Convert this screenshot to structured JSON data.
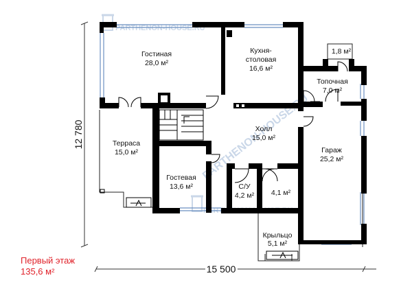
{
  "rooms": {
    "living": {
      "name": "Гостиная",
      "area": "28,0 м²"
    },
    "kitchen": {
      "name_line1": "Кухня-",
      "name_line2": "столовая",
      "area": "16,6 м²"
    },
    "boiler_small": {
      "area": "1,8 м²"
    },
    "boiler": {
      "name": "Топочная",
      "area": "7,0 м²"
    },
    "terrace": {
      "name": "Терраса",
      "area": "15,0 м²"
    },
    "hall": {
      "name": "Холл",
      "area": "15,0 м²"
    },
    "garage": {
      "name": "Гараж",
      "area": "25,2 м²"
    },
    "guest": {
      "name": "Гостевая",
      "area": "13,6 м²"
    },
    "wc": {
      "name": "С/У",
      "area": "4,2 м²"
    },
    "store": {
      "area": "4,1 м²"
    },
    "porch": {
      "name": "Крыльцо",
      "area": "5,1  м²"
    }
  },
  "dimensions": {
    "width": "15 500",
    "height": "12 780"
  },
  "floor": {
    "title": "Первый этаж",
    "area": "135,6 м²"
  },
  "watermarks": {
    "top": "PARTHENON-HOUSE.RU",
    "diagonal": "PARTHENON-HOUSE.RU",
    "bottom": "PARTHENON-HOUSE.RU"
  },
  "colors": {
    "wall": "#000000",
    "window": "#6a8fc0",
    "floor_label": "#e0222a"
  }
}
